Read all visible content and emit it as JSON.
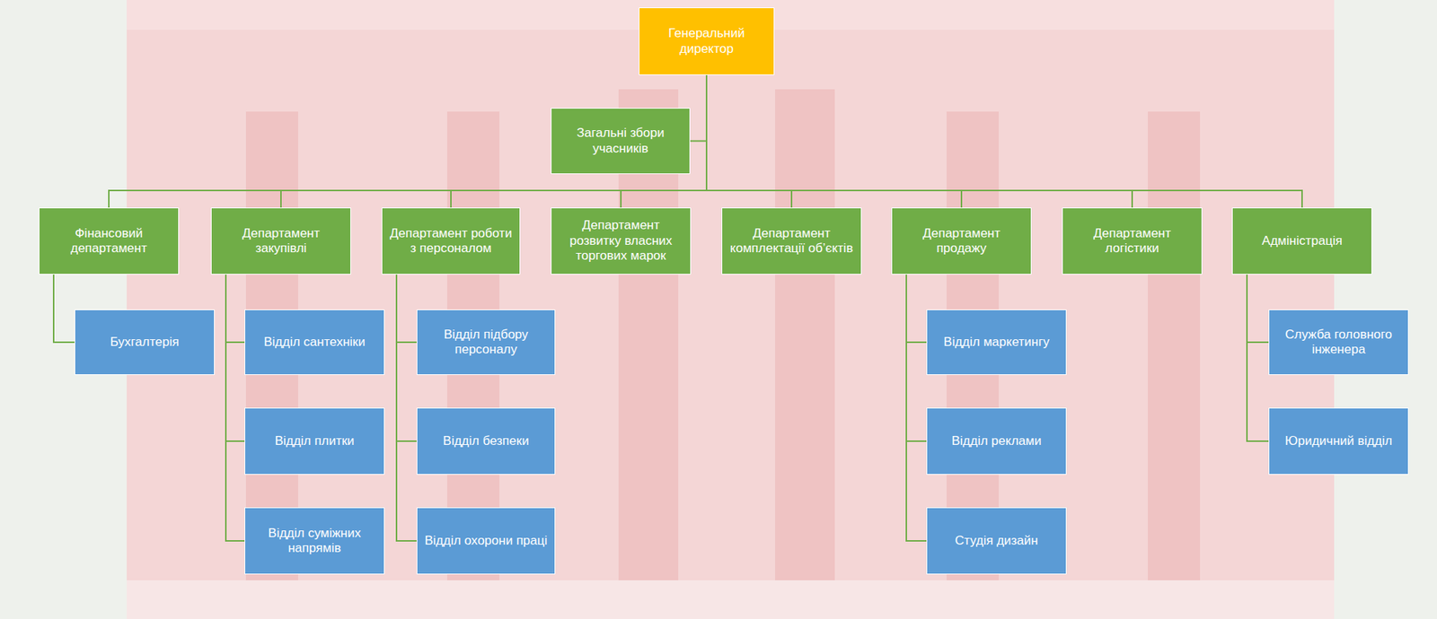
{
  "diagram": {
    "nodes": [
      {
        "text": [
          "Генеральний директор"
        ]
      },
      {
        "text": [
          "Загальні збори учасників"
        ]
      },
      {
        "text": [
          "Фінансовий департамент"
        ]
      },
      {
        "text": [
          "Бухгалтерія"
        ]
      },
      {
        "text": [
          "Департамент закупівлі"
        ]
      },
      {
        "text": [
          "Відділ сантехніки"
        ]
      },
      {
        "text": [
          "Відділ плитки"
        ]
      },
      {
        "text": [
          "Відділ суміжних напрямів"
        ]
      },
      {
        "text": [
          "Департамент роботи з персоналом"
        ]
      },
      {
        "text": [
          "Відділ підбору персоналу"
        ]
      },
      {
        "text": [
          "Відділ безпеки"
        ]
      },
      {
        "text": [
          "Відділ охорони праці"
        ]
      },
      {
        "text": [
          "Департамент розвитку власних торгових марок"
        ]
      },
      {
        "text": [
          "Департамент комплектації об’єктів"
        ]
      },
      {
        "text": [
          "Департамент продажу"
        ]
      },
      {
        "text": [
          "Відділ маркетингу"
        ]
      },
      {
        "text": [
          "Відділ реклами"
        ]
      },
      {
        "text": [
          "Студія дизайн"
        ]
      },
      {
        "text": [
          "Департамент логістики"
        ]
      },
      {
        "text": [
          "Адміністрація"
        ]
      },
      {
        "text": [
          "Служба головного інженера"
        ]
      },
      {
        "text": [
          "Юридичний відділ"
        ]
      }
    ],
    "edges": [
      {
        "from": 0,
        "to": 1,
        "arrow": "none"
      },
      {
        "from": 0,
        "to": 2,
        "arrow": "none"
      },
      {
        "from": 0,
        "to": 4,
        "arrow": "none"
      },
      {
        "from": 0,
        "to": 8,
        "arrow": "none"
      },
      {
        "from": 0,
        "to": 12,
        "arrow": "none"
      },
      {
        "from": 0,
        "to": 13,
        "arrow": "none"
      },
      {
        "from": 0,
        "to": 14,
        "arrow": "none"
      },
      {
        "from": 0,
        "to": 18,
        "arrow": "none"
      },
      {
        "from": 0,
        "to": 19,
        "arrow": "none"
      },
      {
        "from": 2,
        "to": 3,
        "arrow": "none"
      },
      {
        "from": 4,
        "to": 5,
        "arrow": "none"
      },
      {
        "from": 4,
        "to": 6,
        "arrow": "none"
      },
      {
        "from": 4,
        "to": 7,
        "arrow": "none"
      },
      {
        "from": 8,
        "to": 9,
        "arrow": "none"
      },
      {
        "from": 8,
        "to": 10,
        "arrow": "none"
      },
      {
        "from": 8,
        "to": 11,
        "arrow": "none"
      },
      {
        "from": 14,
        "to": 15,
        "arrow": "none"
      },
      {
        "from": 14,
        "to": 16,
        "arrow": "none"
      },
      {
        "from": 14,
        "to": 17,
        "arrow": "none"
      },
      {
        "from": 19,
        "to": 20,
        "arrow": "none"
      },
      {
        "from": 19,
        "to": 21,
        "arrow": "none"
      }
    ]
  }
}
